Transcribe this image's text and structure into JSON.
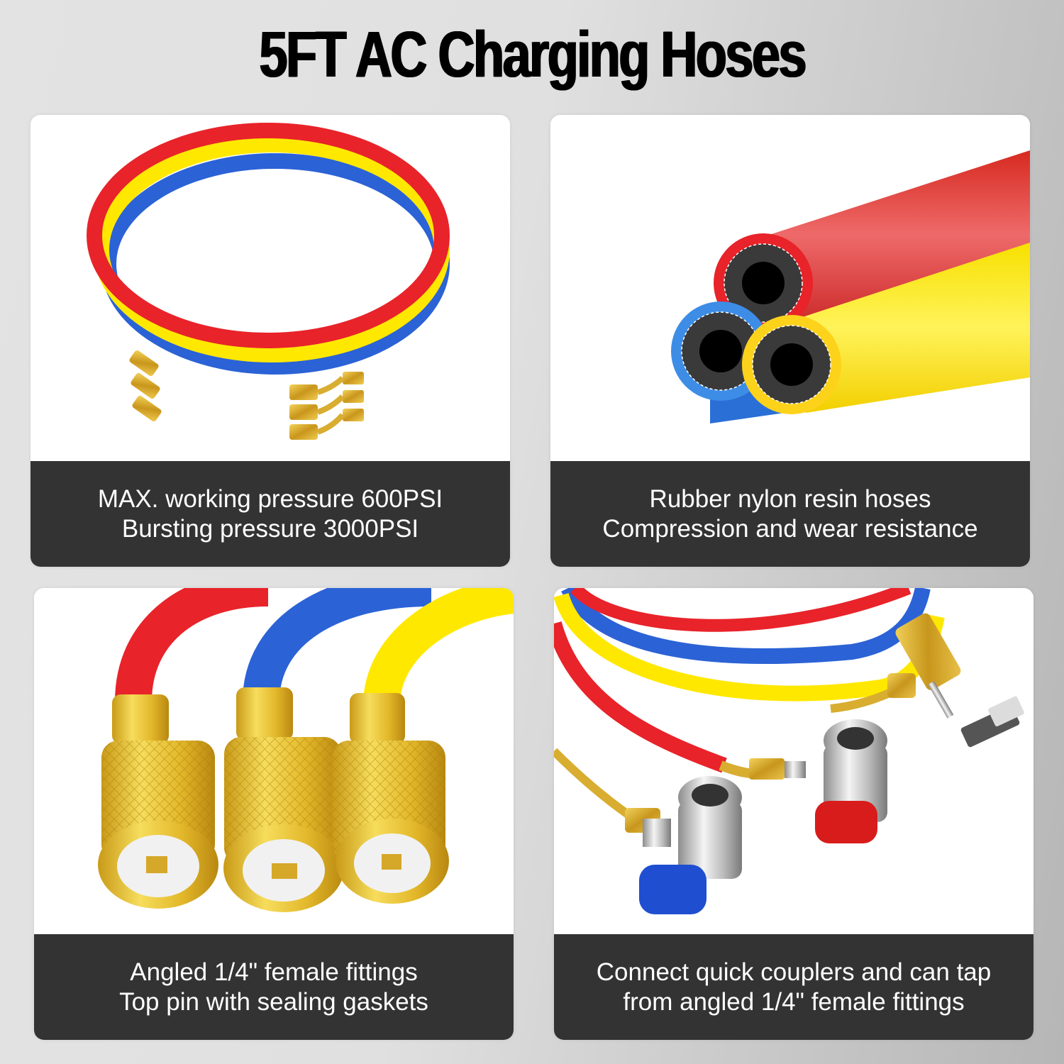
{
  "header": {
    "title": "5FT AC Charging Hoses"
  },
  "colors": {
    "background": "#e0e0e0",
    "caption_bg": "#333333",
    "caption_text": "#ffffff",
    "hose_red": "#e8232a",
    "hose_yellow": "#ffe800",
    "hose_blue": "#2b62d6",
    "brass": "#d4a82a"
  },
  "panels": [
    {
      "image": "coiled-red-yellow-blue-hoses",
      "caption": [
        "MAX. working pressure 600PSI",
        "Bursting pressure 3000PSI"
      ]
    },
    {
      "image": "hose-cross-section",
      "caption": [
        "Rubber nylon resin hoses",
        "Compression and wear resistance"
      ]
    },
    {
      "image": "brass-female-fittings",
      "caption": [
        "Angled 1/4\" female fittings",
        "Top pin with sealing gaskets"
      ]
    },
    {
      "image": "quick-couplers-and-can-tap",
      "caption": [
        "Connect quick couplers and can tap",
        "from angled 1/4\" female fittings"
      ]
    }
  ]
}
